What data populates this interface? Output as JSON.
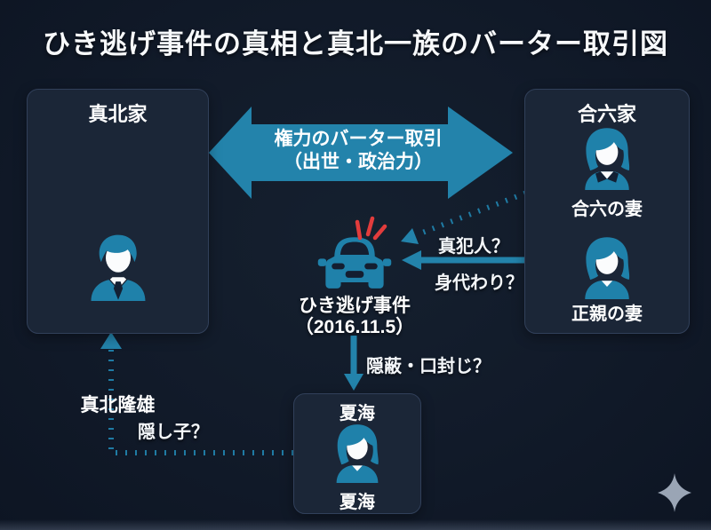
{
  "title": "ひき逃げ事件の真相と真北一族のバーター取引図",
  "colors": {
    "background": "#111a29",
    "panel": "#1b2637",
    "panel_border": "#31405a",
    "accent_teal": "#2383ab",
    "alert_red": "#e23c3c",
    "text": "#f2f5f8",
    "star_gray": "#9aa5b5"
  },
  "groups": {
    "makita": {
      "title": "真北家",
      "members": [
        {
          "name": "真北隆雄",
          "icon": "male-person-icon"
        }
      ]
    },
    "goroku": {
      "title": "合六家",
      "members": [
        {
          "name": "合六の妻",
          "icon": "female-person-icon"
        },
        {
          "name": "正親の妻",
          "icon": "female-person-icon"
        }
      ]
    },
    "natsumi": {
      "title": "夏海",
      "members": [
        {
          "name": "夏海",
          "icon": "female-person-icon"
        }
      ]
    }
  },
  "event": {
    "line1": "ひき逃げ事件",
    "line2": "（2016.11.5）",
    "icon": "car-icon"
  },
  "relations": {
    "barter": {
      "line1": "権力のバーター取引",
      "line2": "（出世・政治力）"
    },
    "true_culprit": "真犯人？",
    "scapegoat": "身代わり？",
    "coverup": "隠蔽・口封じ？",
    "hidden_child": "隠し子？"
  }
}
